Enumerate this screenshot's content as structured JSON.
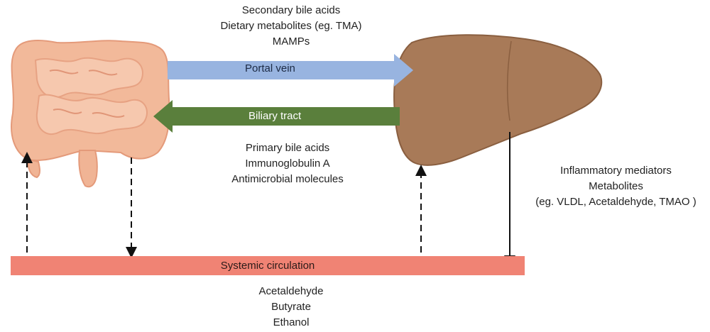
{
  "labels": {
    "portal_vein": "Portal vein",
    "biliary_tract": "Biliary tract",
    "systemic_circulation": "Systemic circulation"
  },
  "gut_to_liver": [
    "Secondary bile acids",
    "Dietary metabolites (eg. TMA)",
    "MAMPs"
  ],
  "liver_to_gut": [
    "Primary bile acids",
    "Immunoglobulin A",
    "Antimicrobial molecules"
  ],
  "liver_to_systemic": [
    "Inflammatory mediators",
    "Metabolites",
    "(eg. VLDL, Acetaldehyde, TMAO )"
  ],
  "systemic_metabolites": [
    "Acetaldehyde",
    "Butyrate",
    "Ethanol"
  ],
  "colors": {
    "portal_vein": "#98b4e0",
    "biliary_tract": "#5a7f3c",
    "systemic_circulation": "#f08374",
    "liver": "#a87a58",
    "intestine": "#f0b495"
  }
}
